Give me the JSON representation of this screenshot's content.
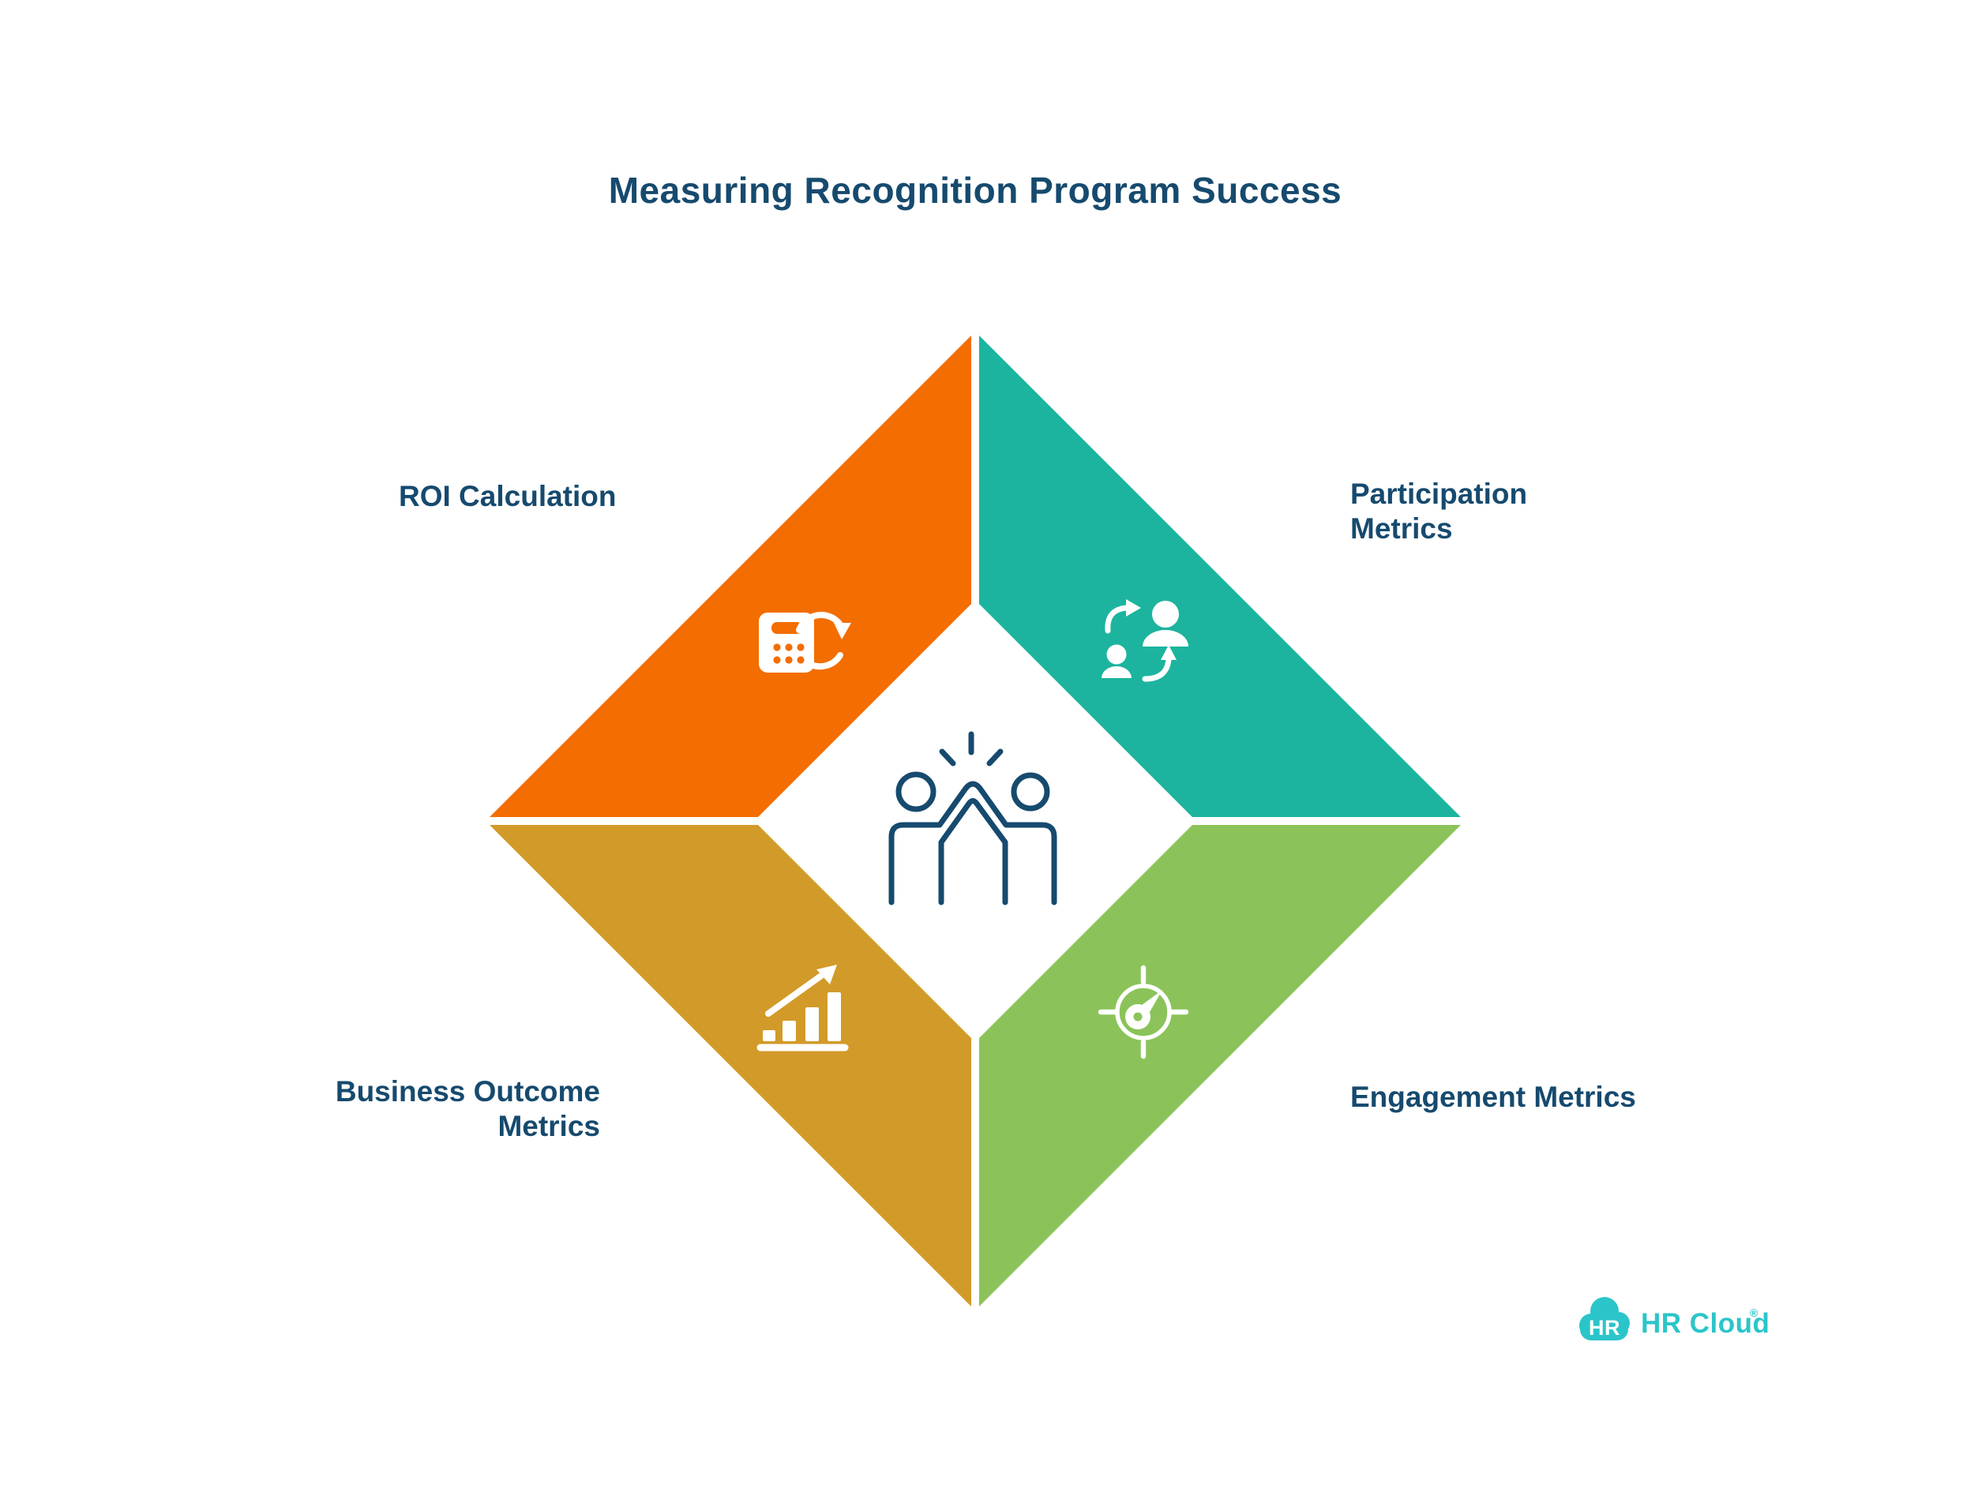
{
  "title": "Measuring Recognition Program Success",
  "colors": {
    "orange": "#F36D00",
    "teal": "#1CB49E",
    "gold": "#D29A28",
    "green": "#8BC35A",
    "navy": "#164A6E",
    "icon_white": "#FFFFFF",
    "logo_teal": "#2BC5C9"
  },
  "quadrants": [
    {
      "position": "top-left",
      "label": "ROI Calculation",
      "icon": "calculator-refresh-icon",
      "color": "#F36D00"
    },
    {
      "position": "top-right",
      "label": "Participation\nMetrics",
      "icon": "people-swap-icon",
      "color": "#1CB49E"
    },
    {
      "position": "bottom-left",
      "label": "Business Outcome\nMetrics",
      "icon": "bar-chart-growth-icon",
      "color": "#D29A28"
    },
    {
      "position": "bottom-right",
      "label": "Engagement Metrics",
      "icon": "gauge-target-icon",
      "color": "#8BC35A"
    }
  ],
  "center": {
    "icon": "high-five-icon"
  },
  "logo": {
    "badge_text": "HR",
    "wordmark": "HR Cloud",
    "reg_mark": "®"
  }
}
